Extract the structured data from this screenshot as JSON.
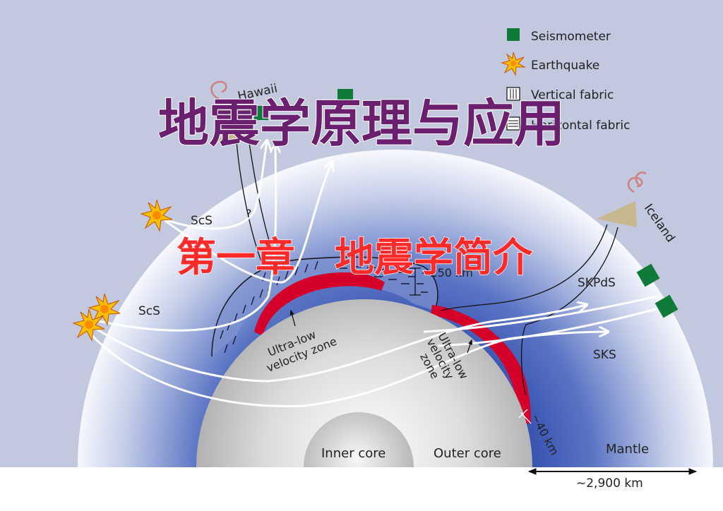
{
  "title": "地震学原理与应用",
  "subtitle": "第一章　地震学简介",
  "legend": [
    {
      "label": "Seismometer",
      "icon": "seismometer-icon"
    },
    {
      "label": "Earthquake",
      "icon": "earthquake-icon"
    },
    {
      "label": "Vertical fabric",
      "icon": "vertical-fabric-icon"
    },
    {
      "label": "Horizontal fabric",
      "icon": "horizontal-fabric-icon"
    }
  ],
  "places": {
    "hawaii": "Hawaii",
    "iceland": "Iceland"
  },
  "phases": {
    "scs_upper": "ScS",
    "scs_lower": "ScS",
    "skpds": "SKPdS",
    "sks": "SKS",
    "question": "?"
  },
  "zones": {
    "ulvz_left_1": "Ultra-low",
    "ulvz_left_2": "velocity zone",
    "ulvz_right_1": "Ultra-low",
    "ulvz_right_2": "velocity",
    "ulvz_right_3": "zone"
  },
  "layers": {
    "inner_core": "Inner core",
    "outer_core": "Outer core",
    "mantle": "Mantle"
  },
  "dimensions": {
    "d_layer": "~250 km",
    "ulvz_thickness": "~40 km",
    "mantle_thickness": "~2,900 km"
  },
  "colors": {
    "background": "#c2c8dd",
    "mantle_edge": "#f4f4fb",
    "mantle_deep": "#4a62b8",
    "core": "#cfcfcf",
    "ulvz": "#d4002a",
    "title": "#6a1f6f",
    "subtitle": "#ff2a2a",
    "seismometer": "#0f7a3a",
    "earthquake": "#f5c000",
    "plume": "#c8b890"
  }
}
